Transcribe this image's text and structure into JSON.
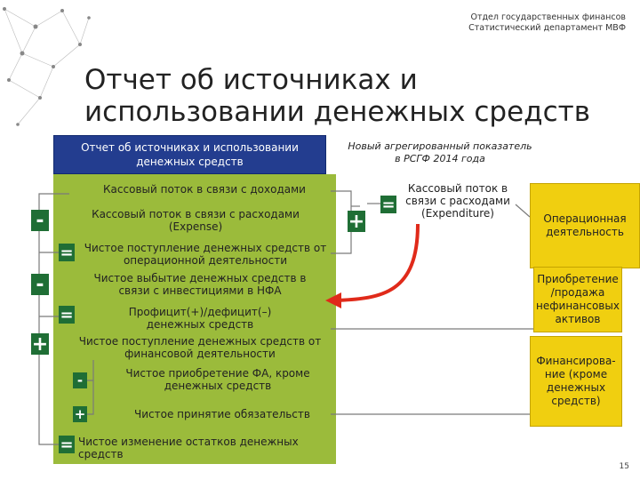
{
  "department": {
    "line1": "Отдел государственных финансов",
    "line2": "Статистический департамент МВФ"
  },
  "title": {
    "line1": "Отчет об источниках и",
    "line2": "использовании денежных средств"
  },
  "report_box": "Отчет об источниках и использовании денежных средств",
  "new_indicator": "Новый агрегированный показатель в РСГФ 2014 года",
  "flows": [
    {
      "sign": "",
      "text": "Кассовый поток в связи с доходами"
    },
    {
      "sign": "-",
      "text": "Кассовый поток в связи с расходами (Expense)"
    },
    {
      "sign": "=",
      "text": "Чистое поступление денежных средств от операционной деятельности"
    },
    {
      "sign": "-",
      "text": "Чистое выбытие денежных средств в связи с инвестициями в НФА"
    },
    {
      "sign": "=",
      "text": "Профицит(+)/дефицит(–) денежных средств"
    },
    {
      "sign": "+",
      "text": "Чистое поступление денежных средств от финансовой деятельности"
    },
    {
      "sign": "-",
      "text": "Чистое приобретение ФА, кроме денежных средств"
    },
    {
      "sign": "+",
      "text": "Чистое принятие обязательств"
    },
    {
      "sign": "=",
      "text": "Чистое изменение остатков денежных средств"
    }
  ],
  "aggregate": {
    "sign_plus": "+",
    "sign_eq": "=",
    "text": "Кассовый поток в связи с расходами (Expenditure)"
  },
  "categories": [
    "Операционная деятельность",
    "Приобретение /продажа нефинансовых активов",
    "Финансирова-ние (кроме денежных средств)"
  ],
  "page_number": "15",
  "colors": {
    "navy": "#233d8f",
    "green_panel": "#9bbb3b",
    "dark_green_sign": "#1f6e35",
    "yellow_box": "#f0cf10",
    "arrow_red": "#e02a1a"
  }
}
